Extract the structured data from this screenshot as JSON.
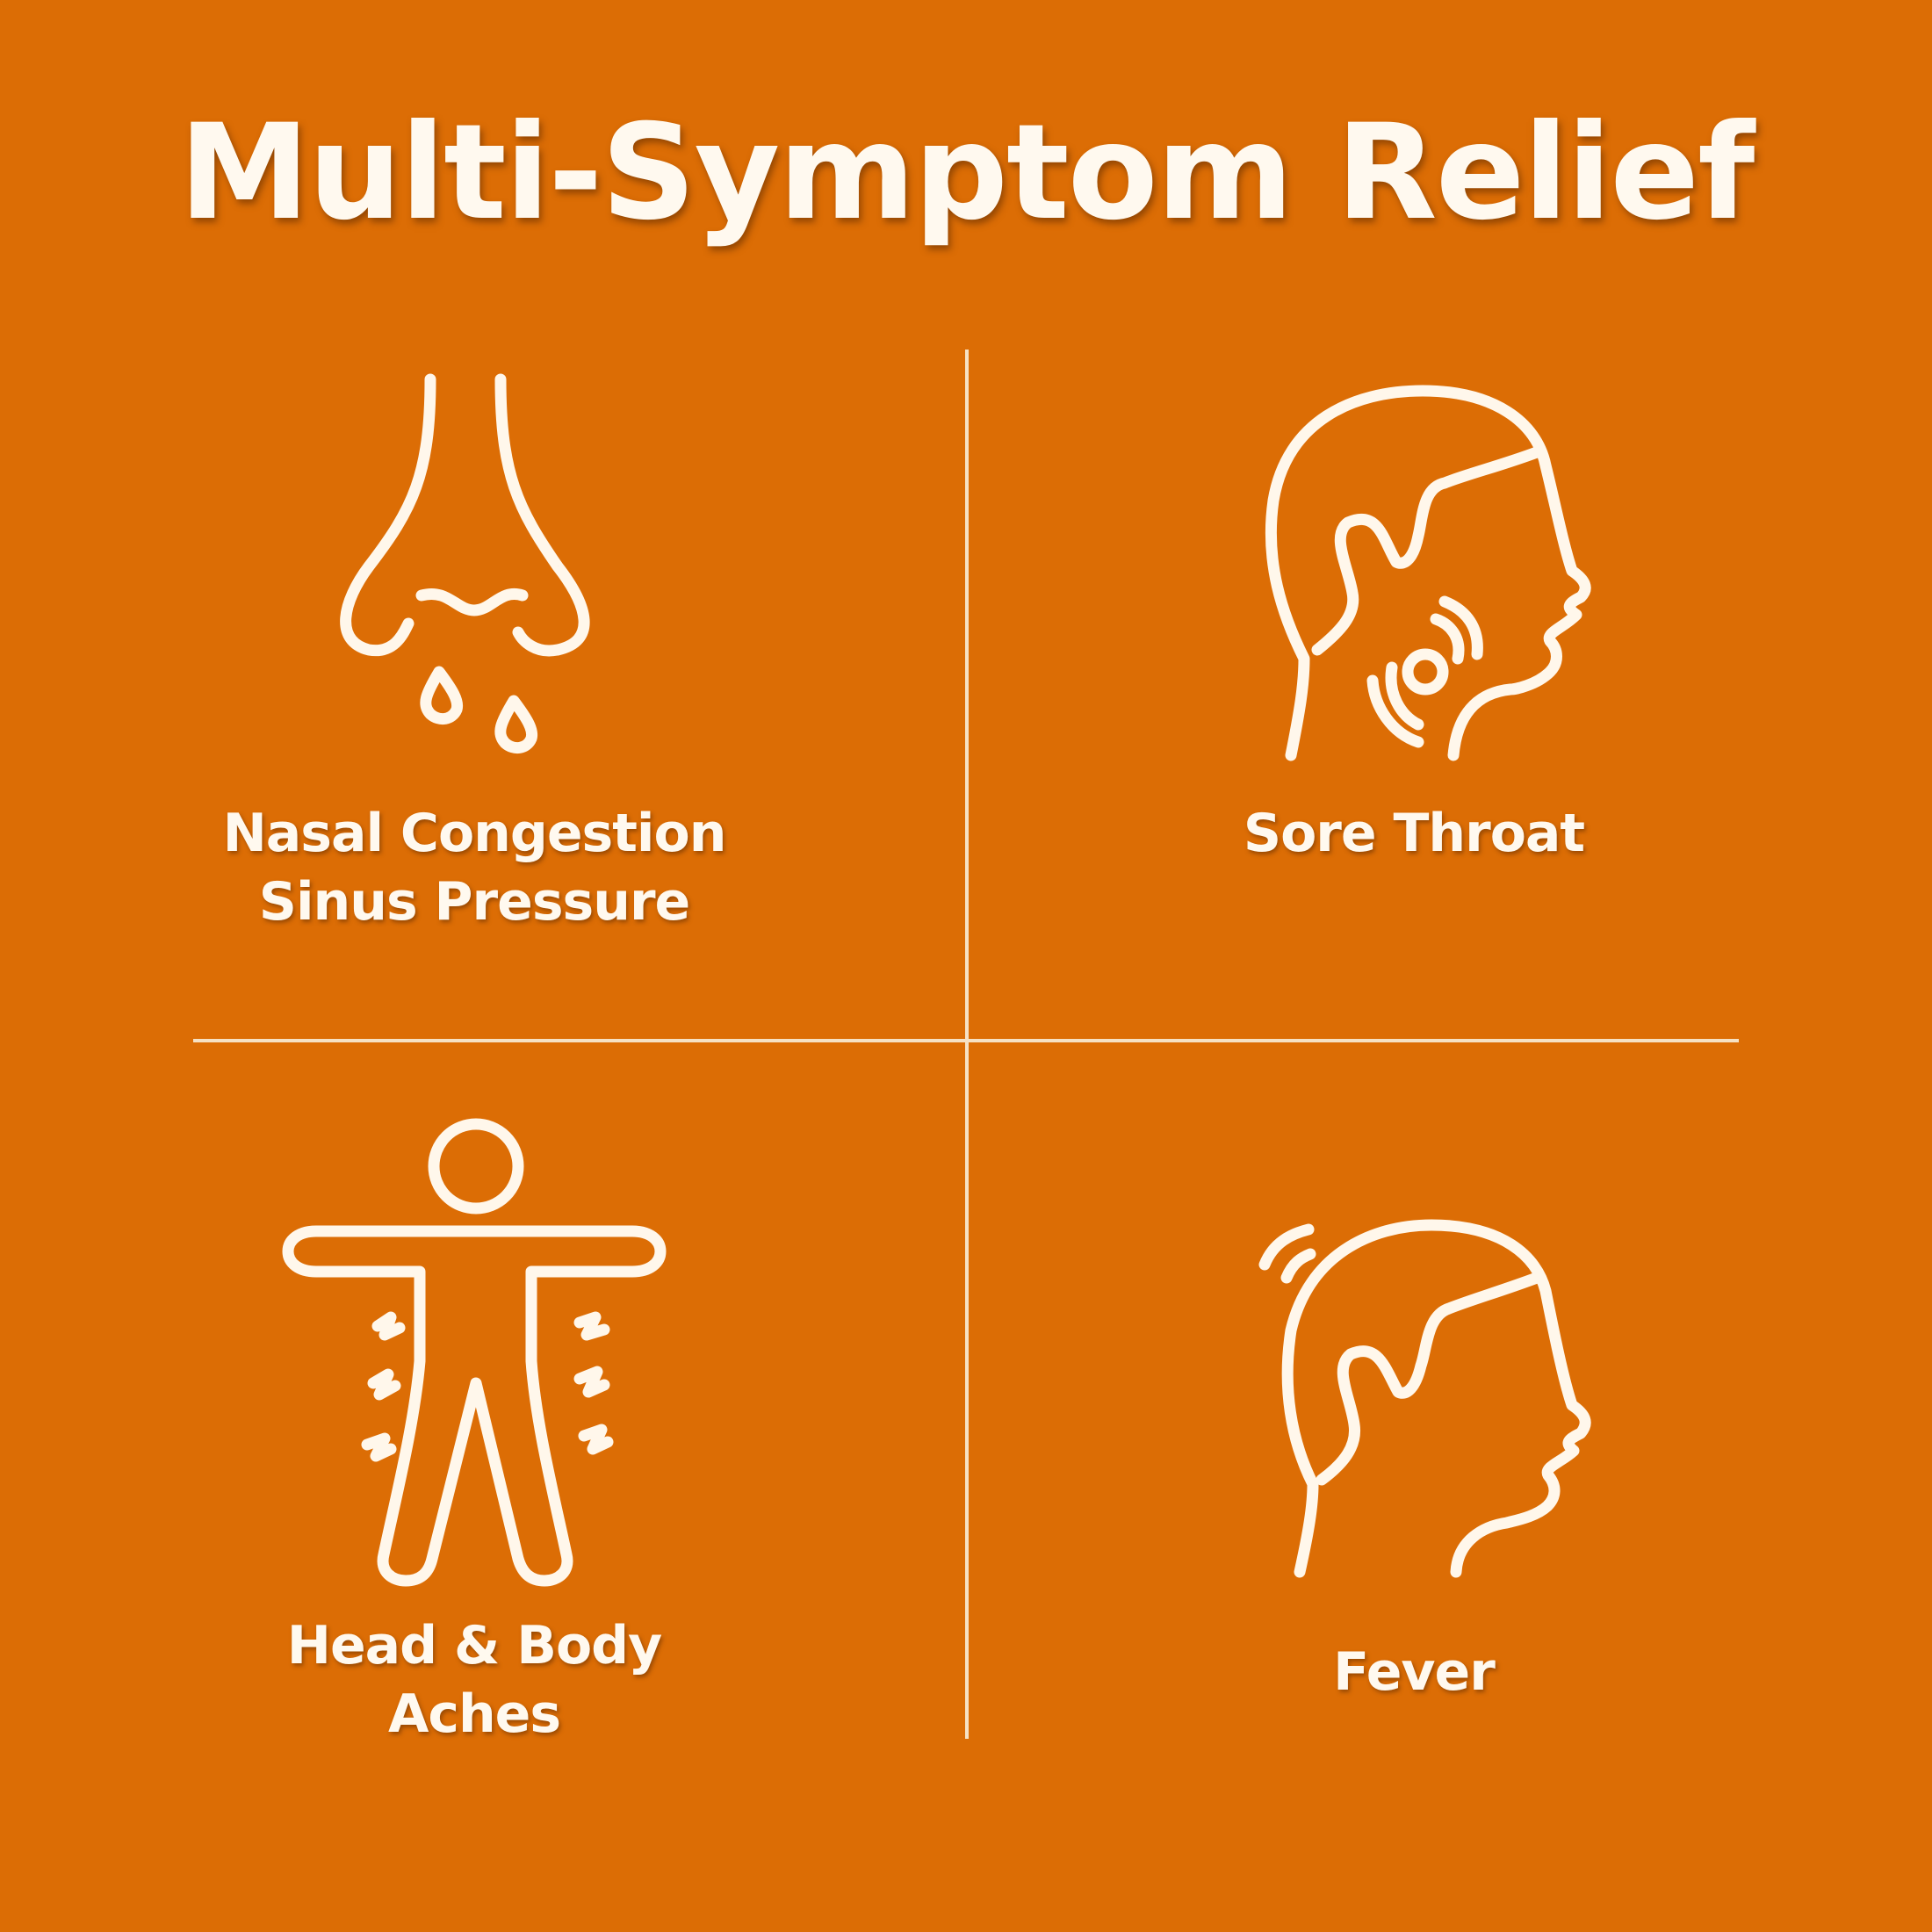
{
  "header": {
    "title": "Multi-Symptom Relief"
  },
  "colors": {
    "background": "#dc6d05",
    "foreground": "#fff9ef",
    "divider": "#f6e1c4"
  },
  "symptoms": [
    {
      "icon": "nose-drip-icon",
      "lines": [
        "Nasal Congestion",
        "Sinus Pressure"
      ]
    },
    {
      "icon": "head-throat-icon",
      "lines": [
        "Sore Throat"
      ]
    },
    {
      "icon": "body-aches-icon",
      "lines": [
        "Head & Body",
        "Aches"
      ]
    },
    {
      "icon": "head-fever-icon",
      "lines": [
        "Fever"
      ]
    }
  ]
}
